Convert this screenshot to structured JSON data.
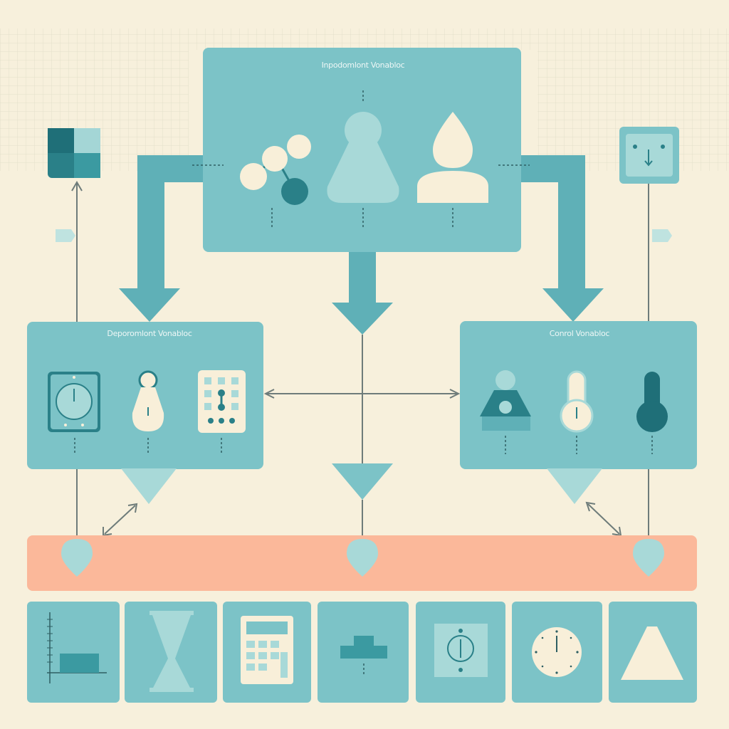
{
  "diagram": {
    "top_box": {
      "title": "Inpodomlont Vonabloc"
    },
    "left_box": {
      "title": "Deporomlont Vonabloc"
    },
    "right_box": {
      "title": "Conrol Vonabloc"
    }
  },
  "icons": [
    "molecule-icon",
    "flask-icon",
    "droplet-icon",
    "stopwatch-icon",
    "pendulum-icon",
    "grid-panel-icon",
    "beaker-icon",
    "thermometer-light-icon",
    "thermometer-dark-icon",
    "bar-chart-icon",
    "hourglass-icon",
    "calculator-icon",
    "balance-icon",
    "timer-icon",
    "clock-icon",
    "funnel-icon"
  ],
  "colors": {
    "background": "#f7f0dc",
    "panel": "#7cc3c7",
    "panel_dark": "#2a8088",
    "band": "#fbb89a",
    "cream": "#f8efd9",
    "grid": "#e6e3cf"
  }
}
